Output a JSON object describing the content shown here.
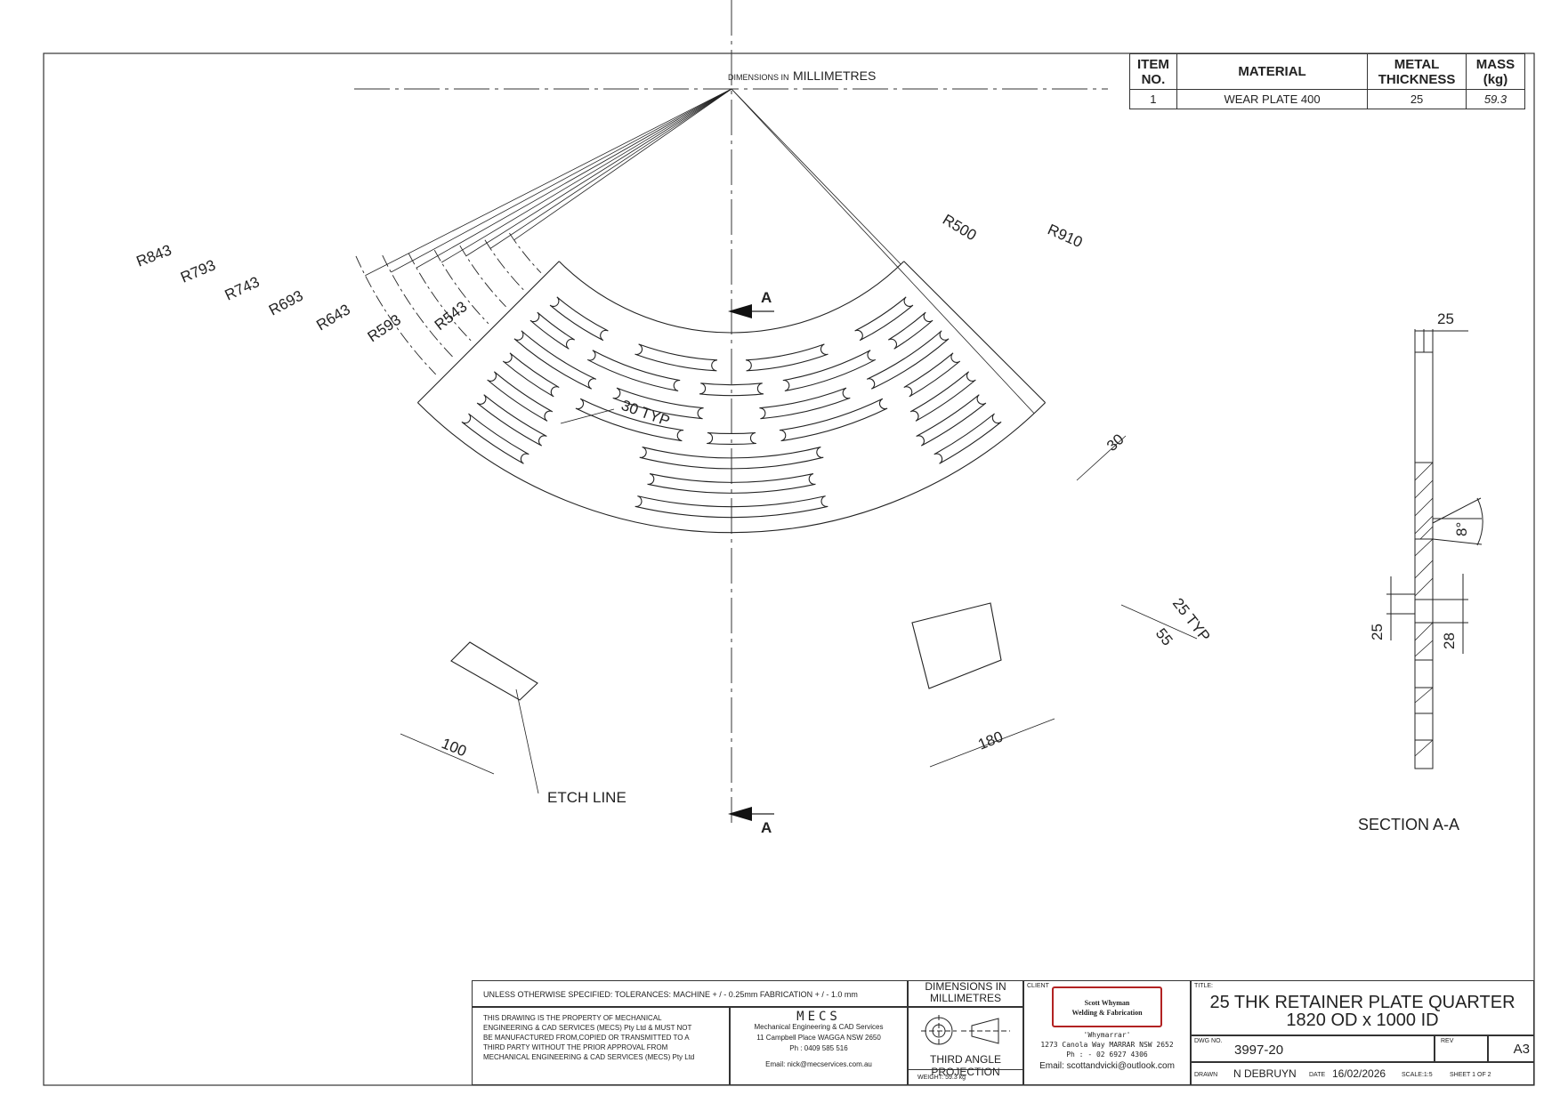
{
  "dimensions_note": {
    "prefix": "DIMENSIONS IN",
    "unit": "MILLIMETRES"
  },
  "bom": {
    "headers": {
      "item": [
        "ITEM",
        "NO."
      ],
      "material": "MATERIAL",
      "thickness": [
        "METAL",
        "THICKNESS"
      ],
      "mass": [
        "MASS",
        "(kg)"
      ]
    },
    "rows": [
      {
        "item": "1",
        "material": "WEAR PLATE 400",
        "thickness": "25",
        "mass": "59.3"
      }
    ]
  },
  "dimensions": {
    "radii": [
      "R843",
      "R793",
      "R743",
      "R693",
      "R643",
      "R593",
      "R543"
    ],
    "r500": "R500",
    "r910": "R910",
    "slot_width": "30 TYP",
    "pitch": "30",
    "slot_gap": "25 TYP",
    "slot_spacing": "55",
    "etch_width": "100",
    "etch_length": "180",
    "etch_label": "ETCH LINE",
    "section_mark": "A"
  },
  "section": {
    "title": "SECTION A-A",
    "thickness": "25",
    "angle": "8°",
    "left_dim": "25",
    "right_dim": "28"
  },
  "title_block": {
    "tolerance": "UNLESS OTHERWISE SPECIFIED: TOLERANCES: MACHINE + / - 0.25mm  FABRICATION + / - 1.0 mm",
    "dims_title": [
      "DIMENSIONS IN",
      "MILLIMETRES"
    ],
    "property": [
      "THIS DRAWING IS THE PROPERTY OF MECHANICAL",
      "ENGINEERING & CAD SERVICES (MECS) Pty Ltd & MUST NOT",
      "BE MANUFACTURED FROM,COPIED OR TRANSMITTED TO A",
      "THIRD PARTY WITHOUT THE PRIOR APPROVAL FROM",
      "MECHANICAL ENGINEERING & CAD SERVICES (MECS) Pty Ltd"
    ],
    "mecs": {
      "logo": "MECS",
      "name": "Mechanical Engineering & CAD Services",
      "address": "11 Campbell Place WAGGA NSW 2650",
      "phone": "Ph : 0409 585 516",
      "email": "Email: nick@mecservices.com.au"
    },
    "projection": "THIRD ANGLE PROJECTION",
    "weight": "WEIGHT: 59.3 kg",
    "client_label": "CLIENT",
    "client_logo": [
      "Scott Whyman",
      "Welding & Fabrication"
    ],
    "client": {
      "name": "'Whymarrar'",
      "address": "1273 Canola Way MARRAR NSW 2652",
      "phone": "Ph : - 02 6927 4306",
      "email": "Email: scottandvicki@outlook.com"
    },
    "title_label": "TITLE:",
    "title": [
      "25 THK RETAINER PLATE QUARTER",
      "1820 OD x 1000 ID"
    ],
    "dwg_label": "DWG NO.",
    "dwg_no": "3997-20",
    "rev_label": "REV",
    "size": "A3",
    "drawn_label": "DRAWN",
    "drawn": "N DEBRUYN",
    "date_label": "DATE",
    "date": "16/02/2026",
    "scale": "SCALE:1:5",
    "sheet": "SHEET 1 OF 2"
  }
}
